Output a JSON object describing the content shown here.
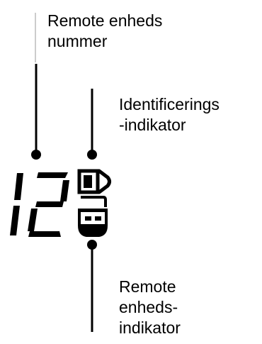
{
  "labels": {
    "number": {
      "line1": "Remote enheds",
      "line2": "nummer"
    },
    "ident": {
      "line1": "Identificerings",
      "line2": "-indikator"
    },
    "remote": {
      "line1": "Remote",
      "line2": "enheds-",
      "line3": "indikator"
    }
  },
  "display": {
    "digits": "12"
  },
  "icons": {
    "identification": "identification-indicator-icon",
    "remote": "remote-unit-indicator-icon"
  },
  "colors": {
    "ink": "#000000",
    "background": "#ffffff"
  }
}
